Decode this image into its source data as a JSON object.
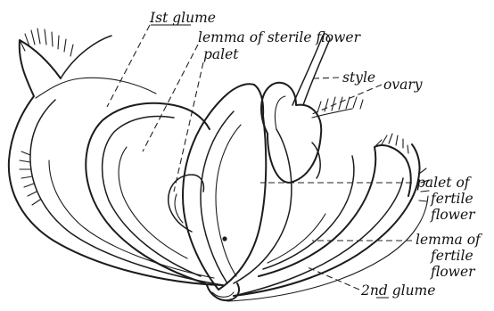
{
  "labels": {
    "first_glume": "Ist glume",
    "lemma_sterile": "lemma of sterile flower",
    "palet_sterile": "palet",
    "style": "style",
    "ovary": "ovary",
    "palet_fertile_1": "palet of",
    "palet_fertile_2": "fertile",
    "palet_fertile_3": "flower",
    "lemma_fertile_1": "lemma of",
    "lemma_fertile_2": "fertile",
    "lemma_fertile_3": "flower",
    "second_glume": "2nd glume"
  },
  "colors": {
    "ink": "#1c1c1c",
    "paper": "#ffffff"
  }
}
